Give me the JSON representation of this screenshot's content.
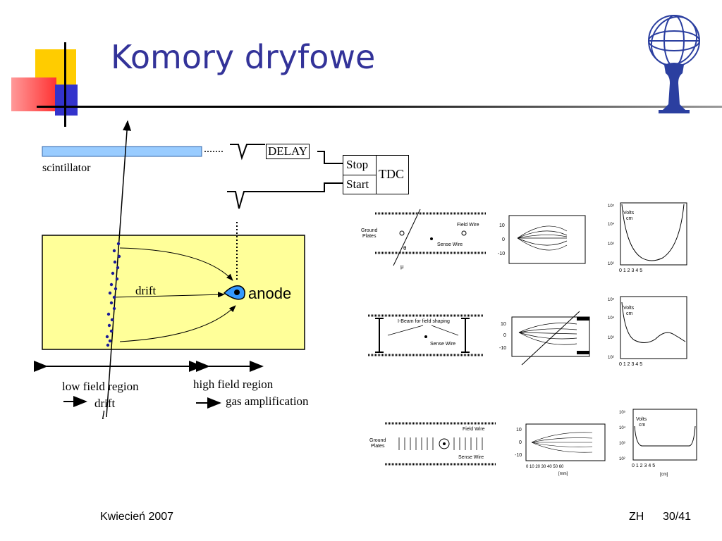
{
  "slide": {
    "title": "Komory dryfowe",
    "accent_color": "#333399"
  },
  "diagram": {
    "scintillator_label": "scintillator",
    "delay_label": "DELAY",
    "stop_label": "Stop",
    "start_label": "Start",
    "tdc_label": "TDC",
    "drift_label": "drift",
    "anode_label": "anode",
    "low_field_label": "low field region",
    "low_field_result": "drift",
    "high_field_label": "high field region",
    "high_field_result": "gas amplification",
    "track_label": "l"
  },
  "figures": {
    "row1": {
      "label_ground": "Ground",
      "label_plates": "Plates",
      "label_field_wire": "Field Wire",
      "label_sense_wire": "Sense Wire",
      "label_mu": "μ",
      "label_theta": "θ",
      "plot_axis_unit_top": "Volts",
      "plot_axis_unit_bottom": "cm"
    },
    "row2": {
      "label_ibeam": "I-Beam for field shaping",
      "label_sense_wire": "Sense Wire",
      "plot_axis_unit_top": "Volts",
      "plot_axis_unit_bottom": "cm"
    },
    "row3": {
      "label_ground": "Ground",
      "label_plates": "Plates",
      "label_field_wire": "Field Wire",
      "label_sense_wire": "Sense Wire",
      "plot_axis_unit_top": "Volts",
      "plot_axis_unit_bottom": "cm",
      "xaxis_mm": "[mm]",
      "xaxis_cm": "[cm]"
    }
  },
  "footer": {
    "date": "Kwiecień 2007",
    "author": "ZH",
    "page": "30/41"
  }
}
